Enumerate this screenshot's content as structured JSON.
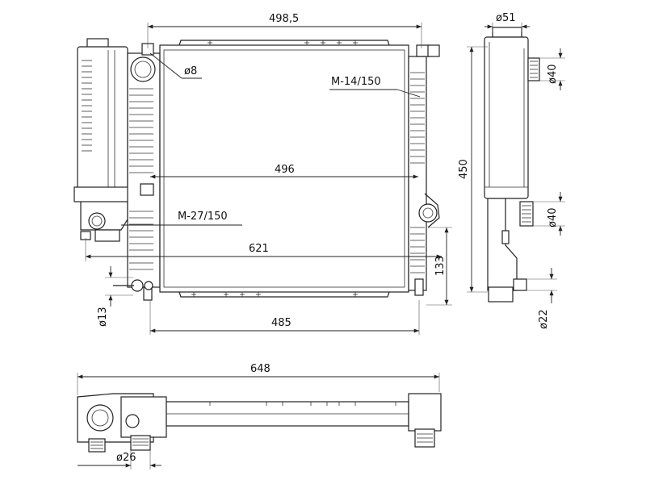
{
  "dimensions": {
    "top_width": "498,5",
    "hole_dia": "ø8",
    "thread_right": "M-14/150",
    "core_width": "496",
    "thread_left": "M-27/150",
    "overall_width": "621",
    "bottom_width": "485",
    "drain_dia": "ø13",
    "height_133": "133",
    "height_450": "450",
    "tank_dia": "ø51",
    "inlet_dia_top": "ø40",
    "inlet_dia_bottom": "ø40",
    "outlet_dia": "ø22",
    "total_length": "648",
    "outlet_dia_bottom": "ø26"
  }
}
